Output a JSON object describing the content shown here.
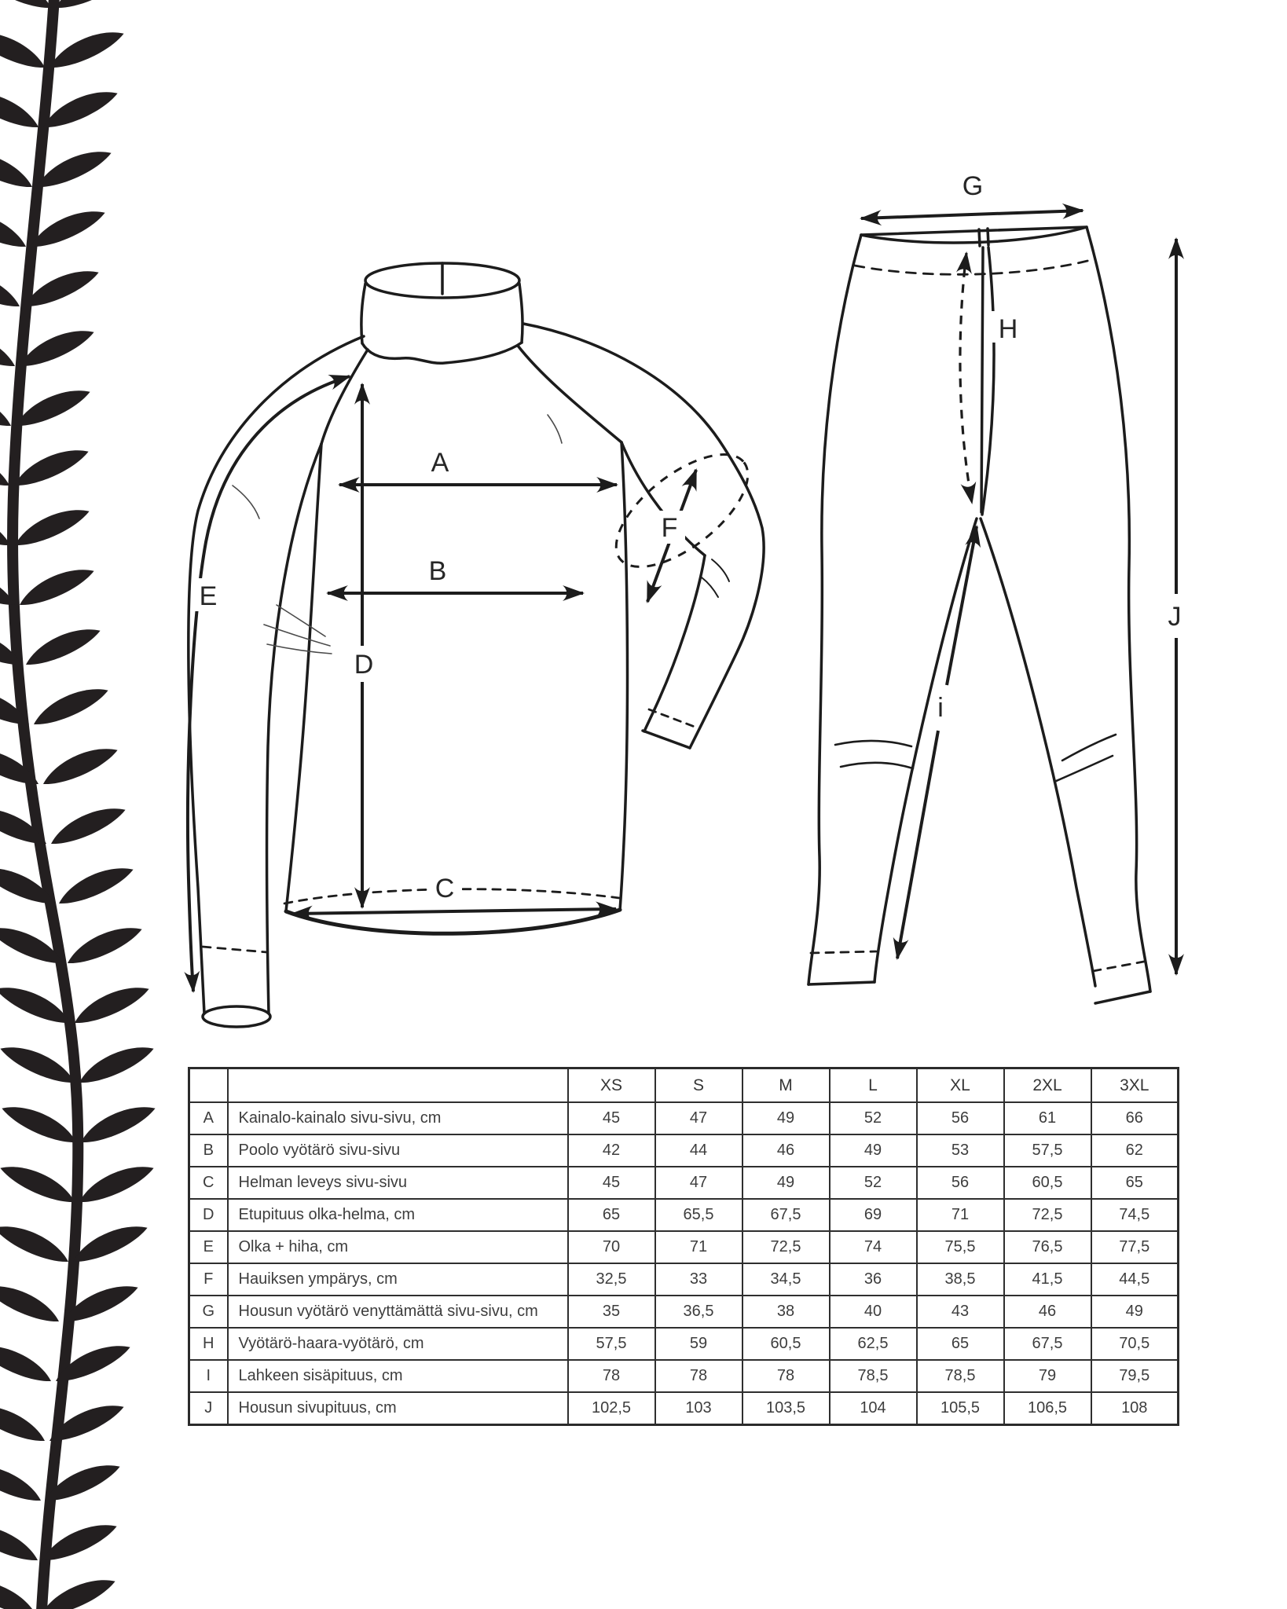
{
  "page": {
    "background": "#ffffff",
    "ink": "#1c1c1c",
    "vine_color": "#231f20"
  },
  "diagram_labels": {
    "A": "A",
    "B": "B",
    "C": "C",
    "D": "D",
    "E": "E",
    "F": "F",
    "G": "G",
    "H": "H",
    "i": "i",
    "J": "J"
  },
  "chart_data": {
    "type": "table",
    "columns": [
      "XS",
      "S",
      "M",
      "L",
      "XL",
      "2XL",
      "3XL"
    ],
    "rows": [
      {
        "key": "A",
        "measurement": "Kainalo-kainalo sivu-sivu, cm",
        "values": [
          "45",
          "47",
          "49",
          "52",
          "56",
          "61",
          "66"
        ]
      },
      {
        "key": "B",
        "measurement": "Poolo vyötärö sivu-sivu",
        "values": [
          "42",
          "44",
          "46",
          "49",
          "53",
          "57,5",
          "62"
        ]
      },
      {
        "key": "C",
        "measurement": "Helman leveys sivu-sivu",
        "values": [
          "45",
          "47",
          "49",
          "52",
          "56",
          "60,5",
          "65"
        ]
      },
      {
        "key": "D",
        "measurement": "Etupituus olka-helma, cm",
        "values": [
          "65",
          "65,5",
          "67,5",
          "69",
          "71",
          "72,5",
          "74,5"
        ]
      },
      {
        "key": "E",
        "measurement": "Olka + hiha, cm",
        "values": [
          "70",
          "71",
          "72,5",
          "74",
          "75,5",
          "76,5",
          "77,5"
        ]
      },
      {
        "key": "F",
        "measurement": "Hauiksen ympärys, cm",
        "values": [
          "32,5",
          "33",
          "34,5",
          "36",
          "38,5",
          "41,5",
          "44,5"
        ]
      },
      {
        "key": "G",
        "measurement": "Housun vyötärö venyttämättä sivu-sivu, cm",
        "values": [
          "35",
          "36,5",
          "38",
          "40",
          "43",
          "46",
          "49"
        ]
      },
      {
        "key": "H",
        "measurement": "Vyötärö-haara-vyötärö, cm",
        "values": [
          "57,5",
          "59",
          "60,5",
          "62,5",
          "65",
          "67,5",
          "70,5"
        ]
      },
      {
        "key": "I",
        "measurement": "Lahkeen sisäpituus, cm",
        "values": [
          "78",
          "78",
          "78",
          "78,5",
          "78,5",
          "79",
          "79,5"
        ]
      },
      {
        "key": "J",
        "measurement": "Housun sivupituus, cm",
        "values": [
          "102,5",
          "103",
          "103,5",
          "104",
          "105,5",
          "106,5",
          "108"
        ]
      }
    ]
  }
}
